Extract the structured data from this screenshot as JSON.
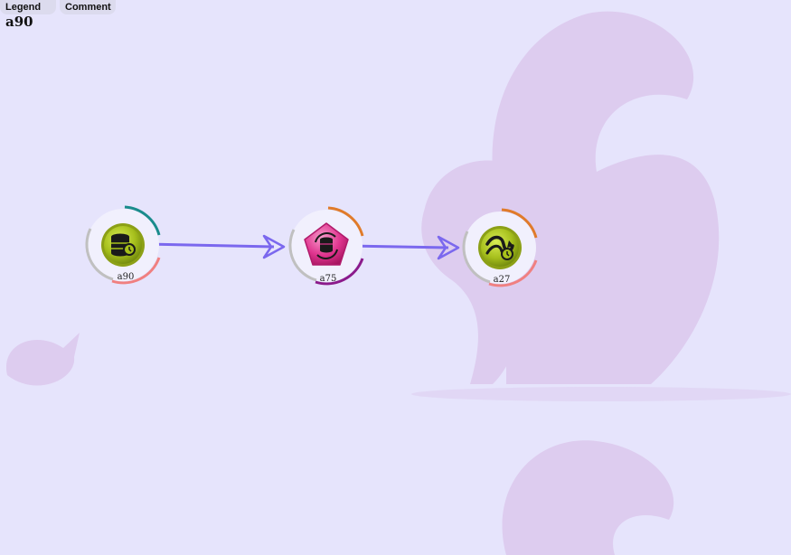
{
  "tabs": {
    "legend": "Legend",
    "comment": "Comment"
  },
  "title": "a90",
  "nodes": [
    {
      "id": "a90",
      "label": "a90",
      "icon": "database-clock-icon",
      "color": "#a8c21a"
    },
    {
      "id": "a75",
      "label": "a75",
      "icon": "database-refresh-icon",
      "color": "#e0358f"
    },
    {
      "id": "a27",
      "label": "a27",
      "icon": "transform-clock-icon",
      "color": "#a8c21a"
    }
  ],
  "edges": [
    {
      "from": "a90",
      "to": "a75"
    },
    {
      "from": "a75",
      "to": "a27"
    }
  ],
  "colors": {
    "background": "#e6e4fc",
    "edge": "#7b68ee",
    "watermark": "#dcc8ec"
  }
}
